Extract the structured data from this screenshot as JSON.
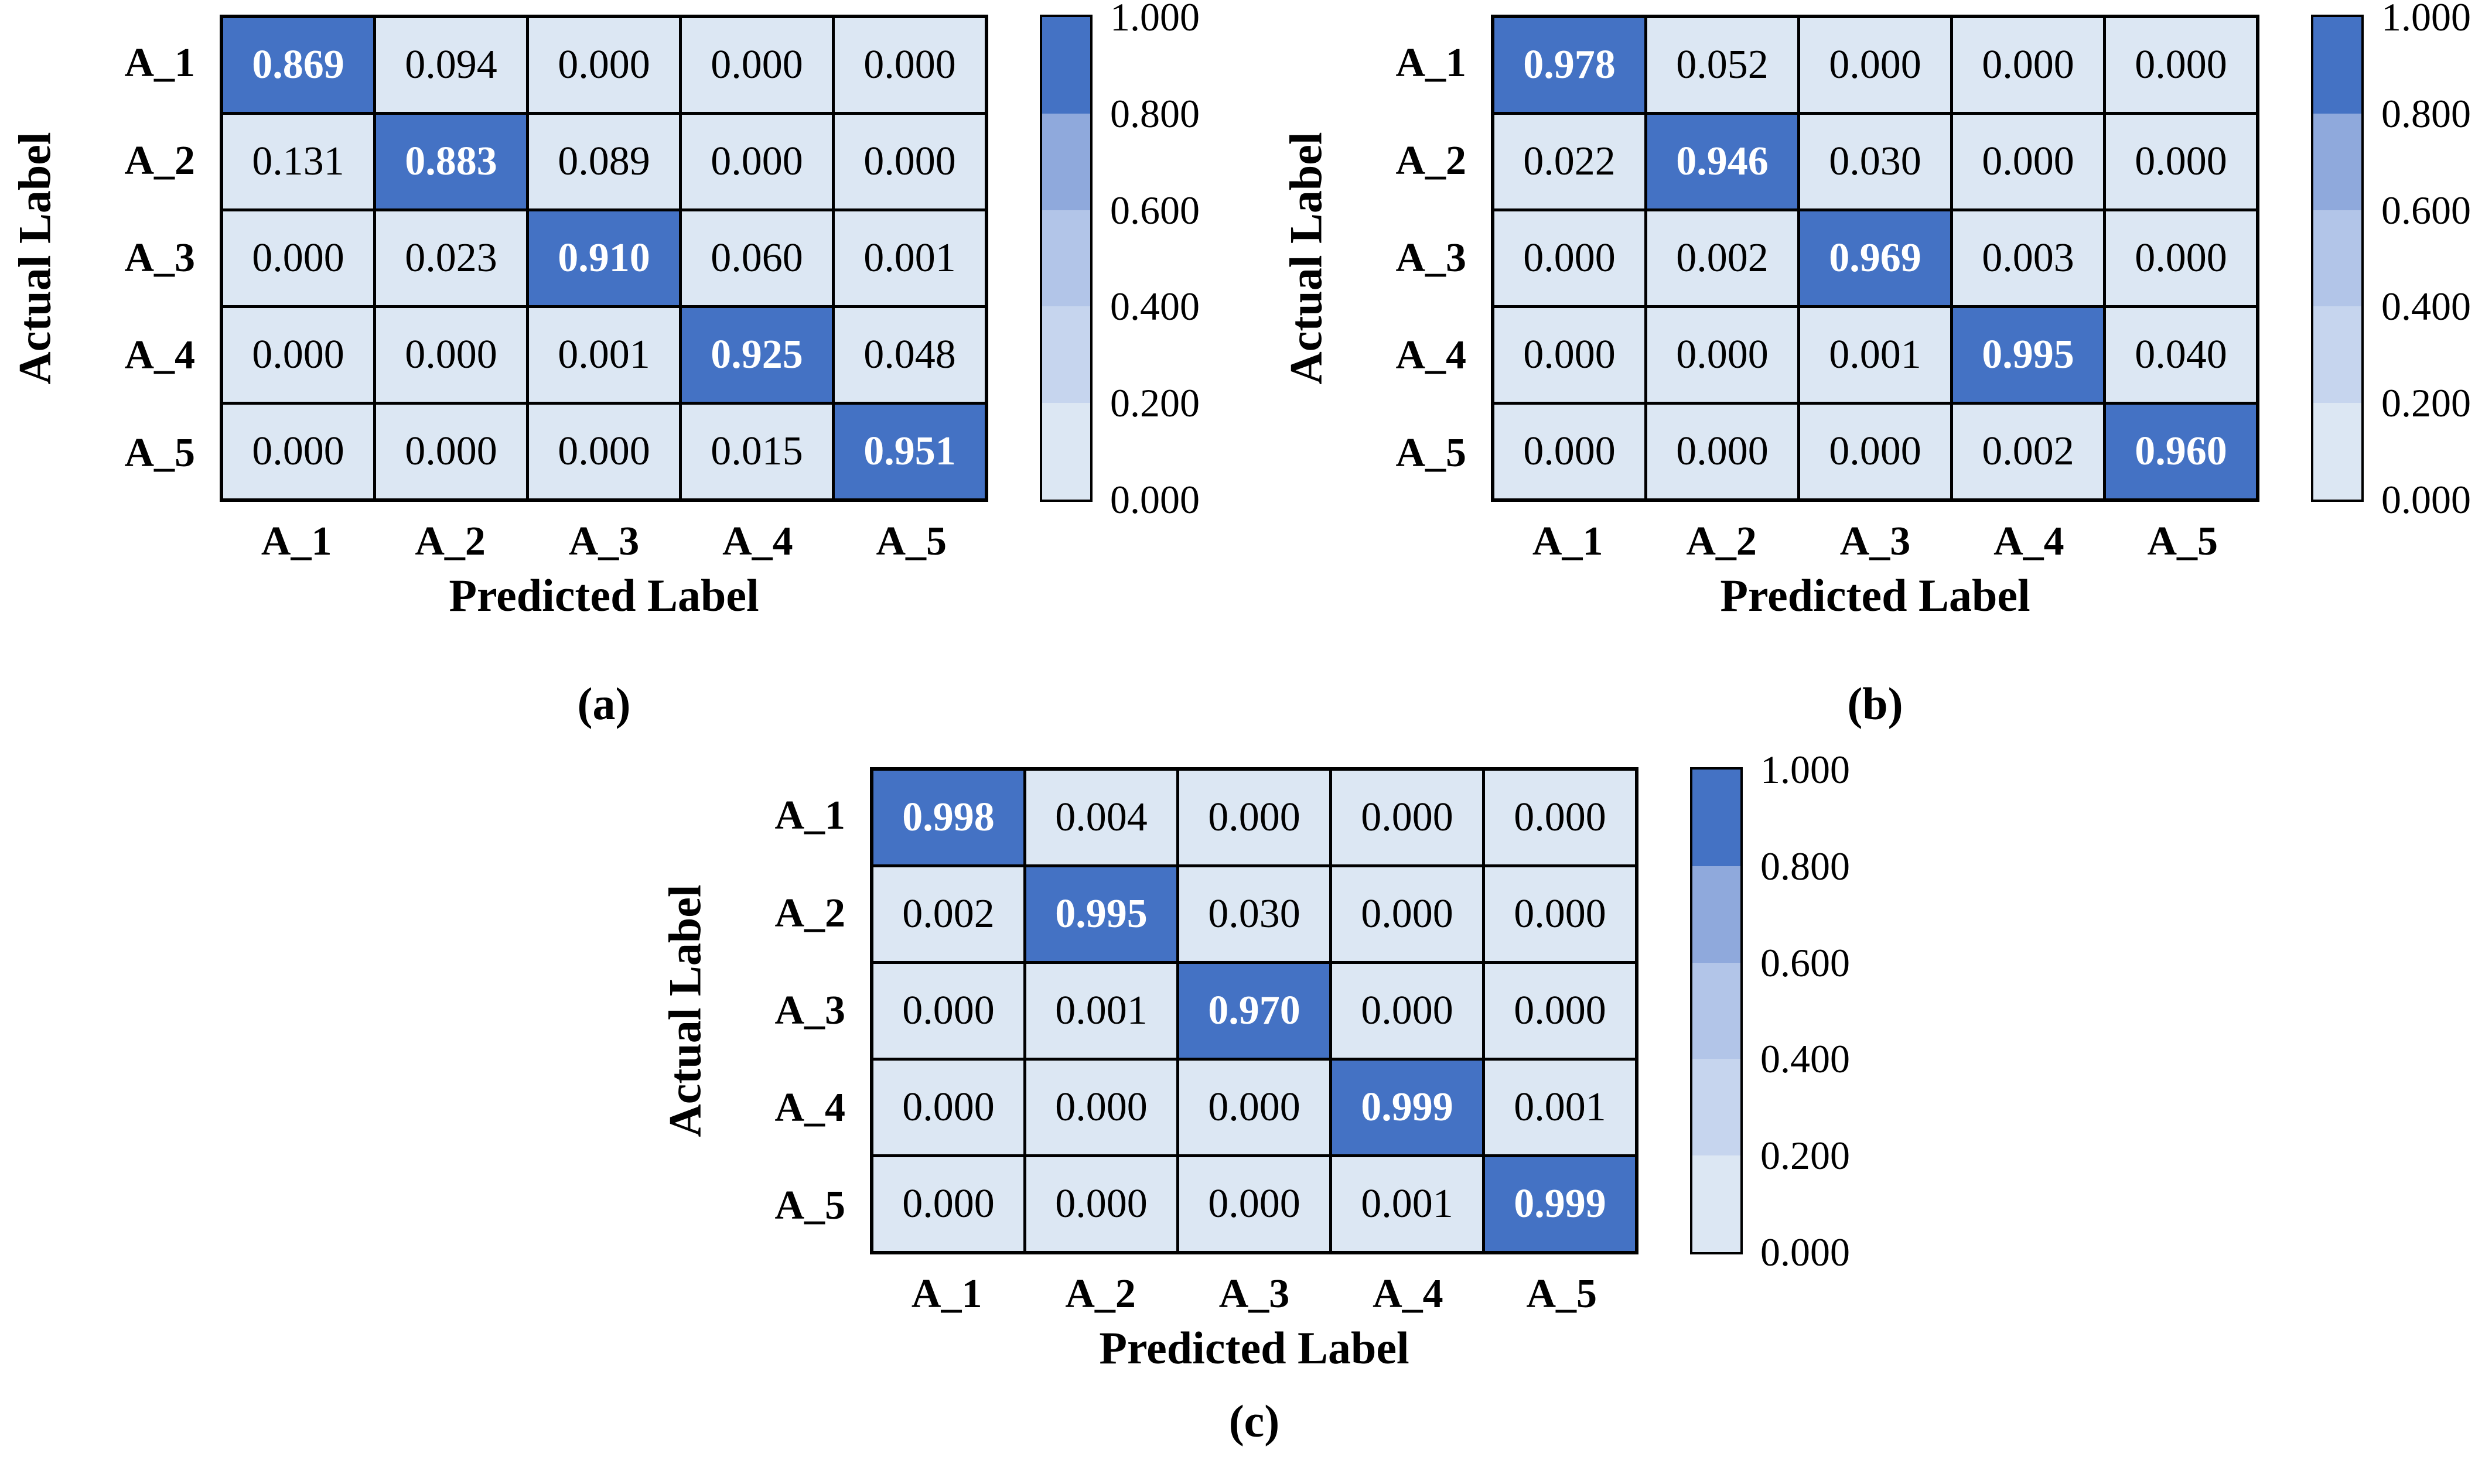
{
  "figure": {
    "background": "#ffffff",
    "colors": {
      "grid_line": "#000000",
      "cell_text": "#000000",
      "diag_text": "#ffffff",
      "diag_bg": "#4472c4",
      "light_bg": "#dce7f3",
      "colormap": [
        "#dce7f3",
        "#c6d5ee",
        "#b2c5e8",
        "#8fa9dc",
        "#4472c4"
      ],
      "highlight_threshold": 0.8
    }
  },
  "chart_data": [
    {
      "type": "heatmap",
      "panel_label": "(a)",
      "xlabel": "Predicted Label",
      "ylabel": "Actual Label",
      "x_categories": [
        "A_1",
        "A_2",
        "A_3",
        "A_4",
        "A_5"
      ],
      "y_categories": [
        "A_1",
        "A_2",
        "A_3",
        "A_4",
        "A_5"
      ],
      "values": [
        [
          0.869,
          0.094,
          0.0,
          0.0,
          0.0
        ],
        [
          0.131,
          0.883,
          0.089,
          0.0,
          0.0
        ],
        [
          0.0,
          0.023,
          0.91,
          0.06,
          0.001
        ],
        [
          0.0,
          0.0,
          0.001,
          0.925,
          0.048
        ],
        [
          0.0,
          0.0,
          0.0,
          0.015,
          0.951
        ]
      ],
      "colorbar": {
        "range": [
          0,
          1
        ],
        "tick_labels": [
          "1.000",
          "0.800",
          "0.600",
          "0.400",
          "0.200",
          "0.000"
        ]
      }
    },
    {
      "type": "heatmap",
      "panel_label": "(b)",
      "xlabel": "Predicted Label",
      "ylabel": "Actual Label",
      "x_categories": [
        "A_1",
        "A_2",
        "A_3",
        "A_4",
        "A_5"
      ],
      "y_categories": [
        "A_1",
        "A_2",
        "A_3",
        "A_4",
        "A_5"
      ],
      "values": [
        [
          0.978,
          0.052,
          0.0,
          0.0,
          0.0
        ],
        [
          0.022,
          0.946,
          0.03,
          0.0,
          0.0
        ],
        [
          0.0,
          0.002,
          0.969,
          0.003,
          0.0
        ],
        [
          0.0,
          0.0,
          0.001,
          0.995,
          0.04
        ],
        [
          0.0,
          0.0,
          0.0,
          0.002,
          0.96
        ]
      ],
      "colorbar": {
        "range": [
          0,
          1
        ],
        "tick_labels": [
          "1.000",
          "0.800",
          "0.600",
          "0.400",
          "0.200",
          "0.000"
        ]
      }
    },
    {
      "type": "heatmap",
      "panel_label": "(c)",
      "xlabel": "Predicted Label",
      "ylabel": "Actual Label",
      "x_categories": [
        "A_1",
        "A_2",
        "A_3",
        "A_4",
        "A_5"
      ],
      "y_categories": [
        "A_1",
        "A_2",
        "A_3",
        "A_4",
        "A_5"
      ],
      "values": [
        [
          0.998,
          0.004,
          0.0,
          0.0,
          0.0
        ],
        [
          0.002,
          0.995,
          0.03,
          0.0,
          0.0
        ],
        [
          0.0,
          0.001,
          0.97,
          0.0,
          0.0
        ],
        [
          0.0,
          0.0,
          0.0,
          0.999,
          0.001
        ],
        [
          0.0,
          0.0,
          0.0,
          0.001,
          0.999
        ]
      ],
      "colorbar": {
        "range": [
          0,
          1
        ],
        "tick_labels": [
          "1.000",
          "0.800",
          "0.600",
          "0.400",
          "0.200",
          "0.000"
        ]
      }
    }
  ]
}
